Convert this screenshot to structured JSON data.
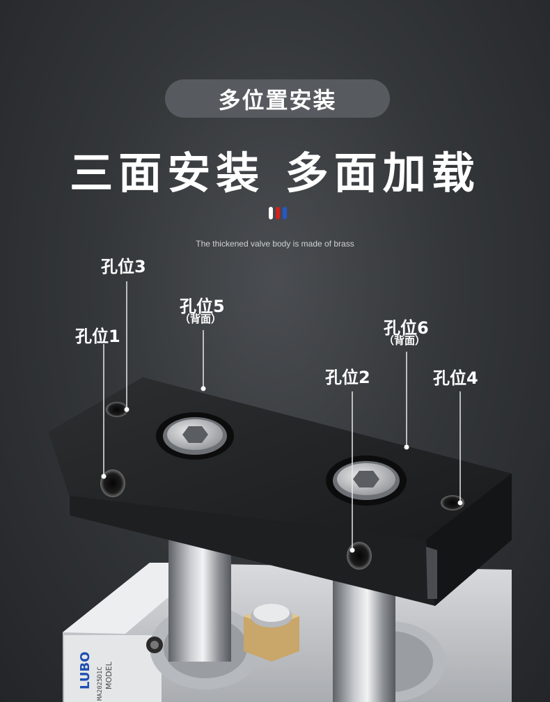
{
  "badge": {
    "text": "多位置安装"
  },
  "headline": {
    "text": "三面安装 多面加载"
  },
  "accent_colors": [
    "#ffffff",
    "#d42020",
    "#2458c8"
  ],
  "subtitle": {
    "text": "The thickened valve body is made of brass"
  },
  "holes": {
    "h1": {
      "label": "孔位1"
    },
    "h2": {
      "label": "孔位2"
    },
    "h3": {
      "label": "孔位3"
    },
    "h4": {
      "label": "孔位4"
    },
    "h5": {
      "label": "孔位5",
      "note": "（背面）"
    },
    "h6": {
      "label": "孔位6",
      "note": "（背面）"
    }
  },
  "product": {
    "brand_text": "LUBO",
    "model_text": "MODEL",
    "code_text": "MA2025D1C"
  }
}
